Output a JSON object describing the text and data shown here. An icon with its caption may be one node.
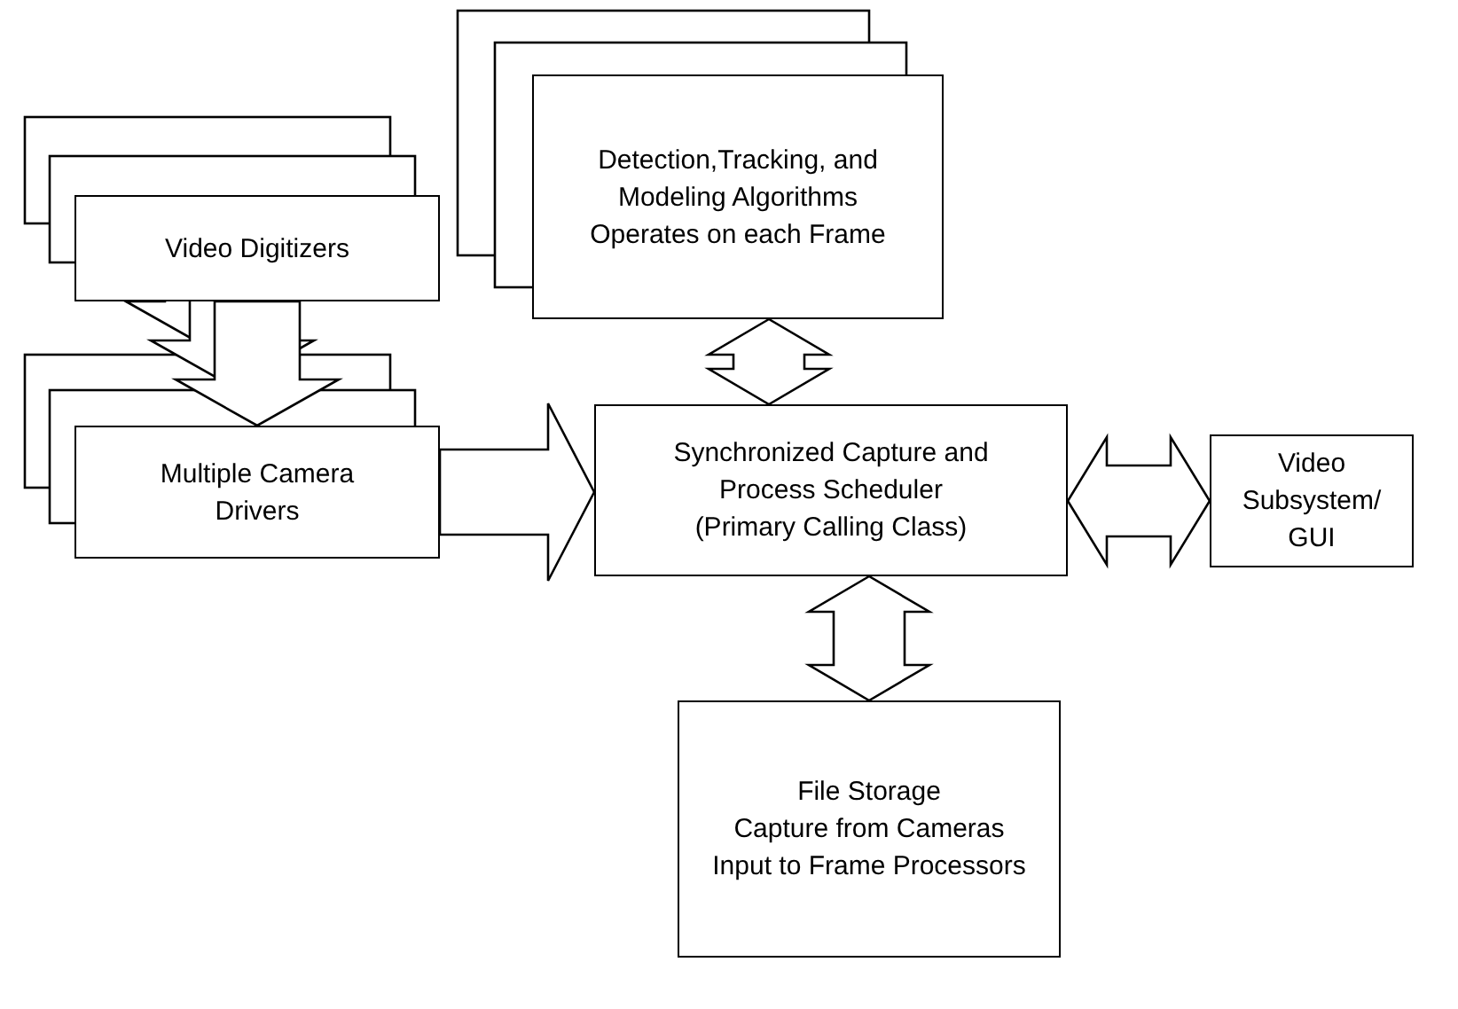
{
  "diagram": {
    "nodes": [
      {
        "text": [
          "Detection,Tracking, and Modeling Algorithms",
          "Operates on each Frame"
        ]
      },
      {
        "text": [
          "Video Digitizers"
        ]
      },
      {
        "text": [
          "Multiple Camera Drivers"
        ]
      },
      {
        "text": [
          "Synchronized Capture and Process Scheduler (Primary Calling Class)"
        ]
      },
      {
        "text": [
          "Video Subsystem/ GUI"
        ]
      },
      {
        "text": [
          "File Storage",
          "Capture from Cameras",
          "Input to Frame Processors"
        ]
      }
    ],
    "edges": [
      {
        "from": 1,
        "to": 2,
        "arrow": "to"
      },
      {
        "from": 2,
        "to": 3,
        "arrow": "to"
      },
      {
        "from": 0,
        "to": 3,
        "arrow": "both"
      },
      {
        "from": 3,
        "to": 4,
        "arrow": "both"
      },
      {
        "from": 3,
        "to": 5,
        "arrow": "both"
      }
    ]
  }
}
